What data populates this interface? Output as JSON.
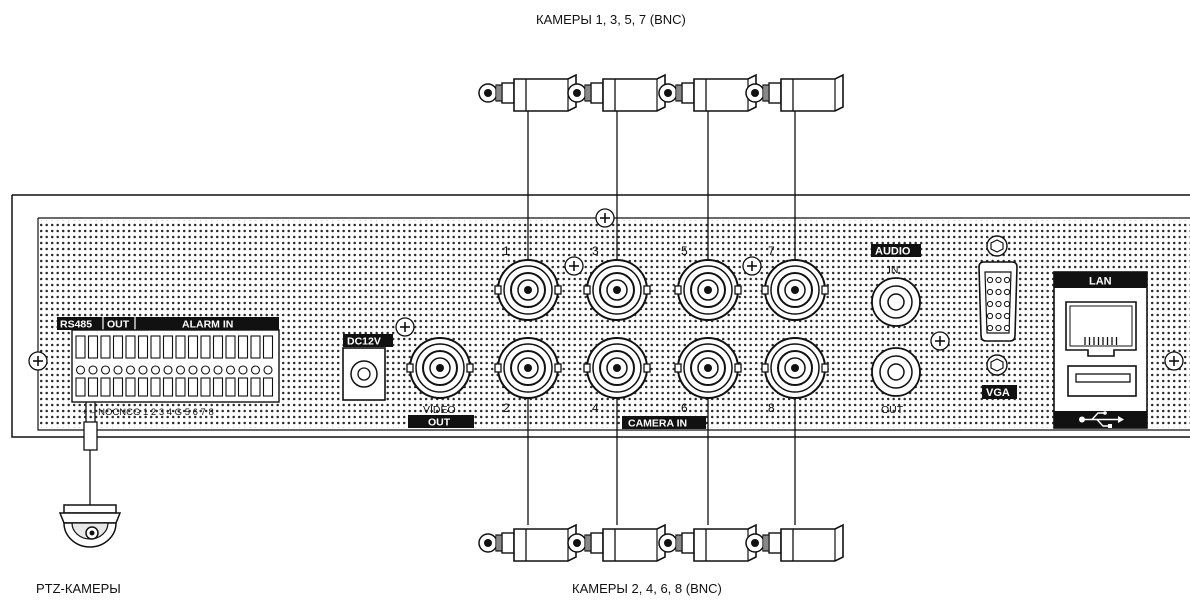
{
  "captions": {
    "top_cameras": "КАМЕРЫ 1, 3, 5, 7  (BNC)",
    "bottom_cameras": "КАМЕРЫ  2, 4, 6, 8 (BNC)",
    "ptz": "PTZ-КАМЕРЫ"
  },
  "panel": {
    "terminal": {
      "rs485": "RS485",
      "out": "OUT",
      "alarm_in": "ALARM IN",
      "pins": "+ – NOCNCG 1 2 3 4 G 5 6 7 8"
    },
    "dc12v": "DC12V",
    "video_out": {
      "video": "VIDEO",
      "out": "OUT"
    },
    "camera_in": {
      "title": "CAMERA IN",
      "numbers_top": [
        "1",
        "3",
        "5",
        "7"
      ],
      "numbers_bottom": [
        "2",
        "4",
        "6",
        "8"
      ]
    },
    "audio": {
      "title": "AUDIO",
      "in": "IN",
      "out": "OUT"
    },
    "vga": "VGA",
    "lan": "LAN"
  }
}
